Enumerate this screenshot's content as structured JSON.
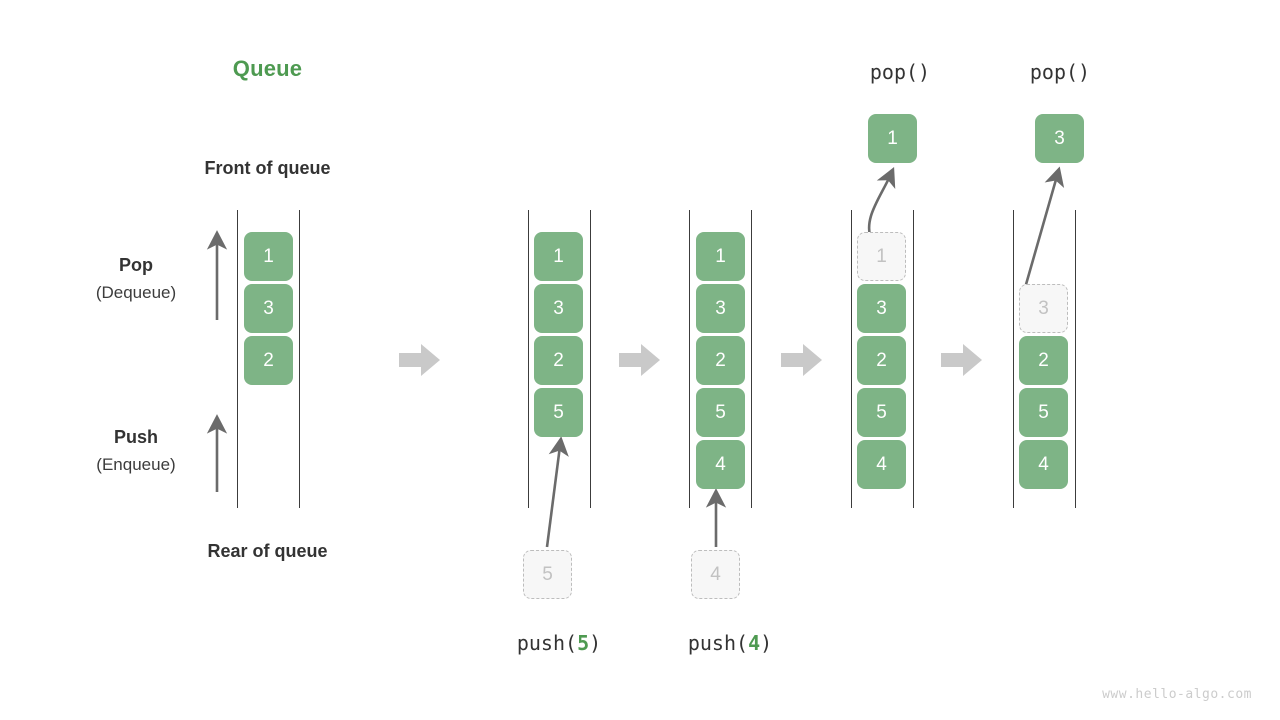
{
  "diagram": {
    "title": "Queue",
    "front_label": "Front of queue",
    "rear_label": "Rear of queue",
    "watermark": "www.hello-algo.com",
    "accent_color": "#4e9a51",
    "cell_color": "#7eb486",
    "ghost_color": "#c2c2c2",
    "step_arrow_color": "#c9c9c9"
  },
  "side_ops": [
    {
      "name": "Pop",
      "alt": "(Dequeue)"
    },
    {
      "name": "Push",
      "alt": "(Enqueue)"
    }
  ],
  "columns": [
    {
      "id": "initial",
      "caption": null,
      "cells": [
        {
          "value": "1",
          "state": "filled"
        },
        {
          "value": "3",
          "state": "filled"
        },
        {
          "value": "2",
          "state": "filled"
        }
      ]
    },
    {
      "id": "push-5",
      "caption": {
        "prefix": "push(",
        "num": "5",
        "suffix": ")",
        "position": "bottom"
      },
      "incoming": "5",
      "cells": [
        {
          "value": "1",
          "state": "filled"
        },
        {
          "value": "3",
          "state": "filled"
        },
        {
          "value": "2",
          "state": "filled"
        },
        {
          "value": "5",
          "state": "filled"
        }
      ]
    },
    {
      "id": "push-4",
      "caption": {
        "prefix": "push(",
        "num": "4",
        "suffix": ")",
        "position": "bottom"
      },
      "incoming": "4",
      "cells": [
        {
          "value": "1",
          "state": "filled"
        },
        {
          "value": "3",
          "state": "filled"
        },
        {
          "value": "2",
          "state": "filled"
        },
        {
          "value": "5",
          "state": "filled"
        },
        {
          "value": "4",
          "state": "filled"
        }
      ]
    },
    {
      "id": "pop-1",
      "caption": {
        "prefix": "pop()",
        "num": "",
        "suffix": "",
        "position": "top"
      },
      "result": "1",
      "cells": [
        {
          "value": "1",
          "state": "ghost"
        },
        {
          "value": "3",
          "state": "filled"
        },
        {
          "value": "2",
          "state": "filled"
        },
        {
          "value": "5",
          "state": "filled"
        },
        {
          "value": "4",
          "state": "filled"
        }
      ]
    },
    {
      "id": "pop-3",
      "caption": {
        "prefix": "pop()",
        "num": "",
        "suffix": "",
        "position": "top"
      },
      "result": "3",
      "cells": [
        {
          "value": "",
          "state": "empty"
        },
        {
          "value": "3",
          "state": "ghost"
        },
        {
          "value": "2",
          "state": "filled"
        },
        {
          "value": "5",
          "state": "filled"
        },
        {
          "value": "4",
          "state": "filled"
        }
      ]
    }
  ]
}
